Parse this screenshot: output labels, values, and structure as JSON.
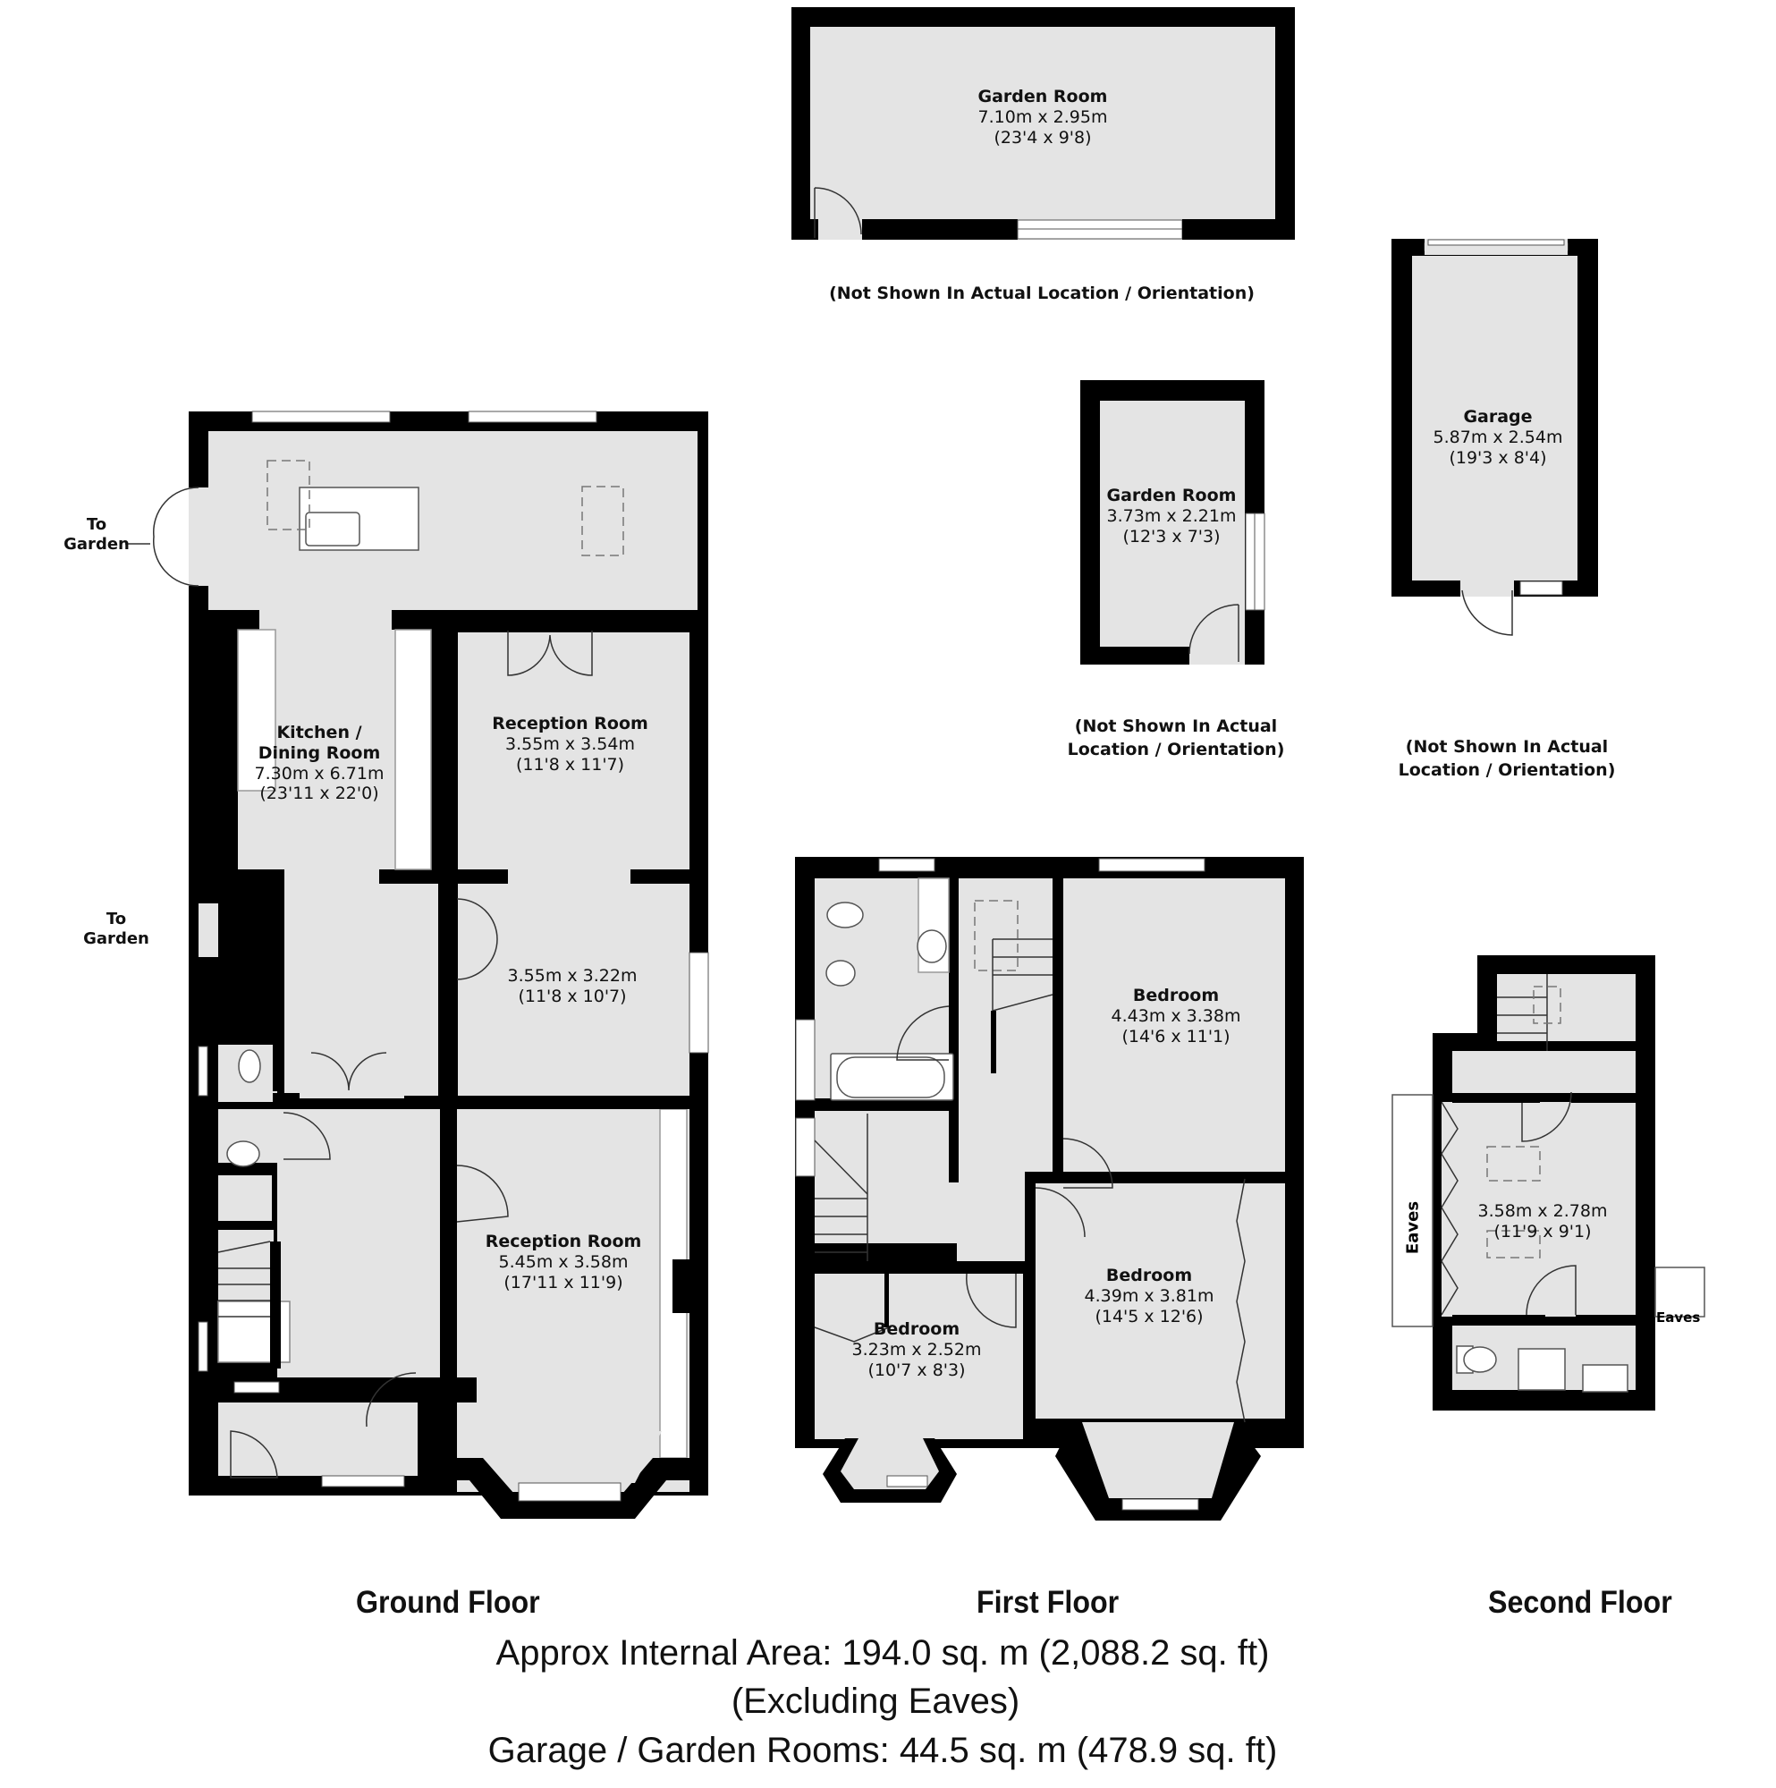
{
  "outbuildings": {
    "garden_room_large": {
      "name": "Garden Room",
      "metric": "7.10m x 2.95m",
      "imperial": "(23'4 x 9'8)",
      "note": "(Not Shown In Actual Location / Orientation)"
    },
    "garden_room_small": {
      "name": "Garden Room",
      "metric": "3.73m x 2.21m",
      "imperial": "(12'3 x 7'3)",
      "note_line1": "(Not Shown In Actual",
      "note_line2": "Location / Orientation)"
    },
    "garage": {
      "name": "Garage",
      "metric": "5.87m x 2.54m",
      "imperial": "(19'3 x 8'4)",
      "note_line1": "(Not Shown In Actual",
      "note_line2": "Location / Orientation)"
    }
  },
  "ground_floor": {
    "title": "Ground Floor",
    "to_garden_top": {
      "line1": "To",
      "line2": "Garden"
    },
    "to_garden_side": {
      "line1": "To",
      "line2": "Garden"
    },
    "kitchen": {
      "name_line1": "Kitchen /",
      "name_line2": "Dining Room",
      "metric": "7.30m x 6.71m",
      "imperial": "(23'11 x 22'0)"
    },
    "reception_rear": {
      "name": "Reception Room",
      "metric": "3.55m x 3.54m",
      "imperial": "(11'8 x 11'7)",
      "metric_2": "3.55m x 3.22m",
      "imperial_2": "(11'8 x 10'7)"
    },
    "reception_front": {
      "name": "Reception Room",
      "metric": "5.45m x 3.58m",
      "imperial": "(17'11 x 11'9)"
    }
  },
  "first_floor": {
    "title": "First Floor",
    "bedroom_rear": {
      "name": "Bedroom",
      "metric": "4.43m x 3.38m",
      "imperial": "(14'6 x 11'1)"
    },
    "bedroom_front": {
      "name": "Bedroom",
      "metric": "4.39m x 3.81m",
      "imperial": "(14'5 x 12'6)"
    },
    "bedroom_small": {
      "name": "Bedroom",
      "metric": "3.23m x 2.52m",
      "imperial": "(10'7 x 8'3)"
    }
  },
  "second_floor": {
    "title": "Second Floor",
    "room": {
      "metric": "3.58m x 2.78m",
      "imperial": "(11'9 x 9'1)"
    },
    "eaves_left": "Eaves",
    "eaves_right": "Eaves"
  },
  "summary": {
    "internal_area": "Approx Internal Area: 194.0 sq. m (2,088.2 sq. ft)",
    "excluding": "(Excluding Eaves)",
    "outbuildings_area": "Garage / Garden Rooms: 44.5 sq. m (478.9 sq. ft)"
  },
  "colors": {
    "wall": "#000000",
    "floor": "#e4e4e4",
    "background": "#ffffff"
  }
}
